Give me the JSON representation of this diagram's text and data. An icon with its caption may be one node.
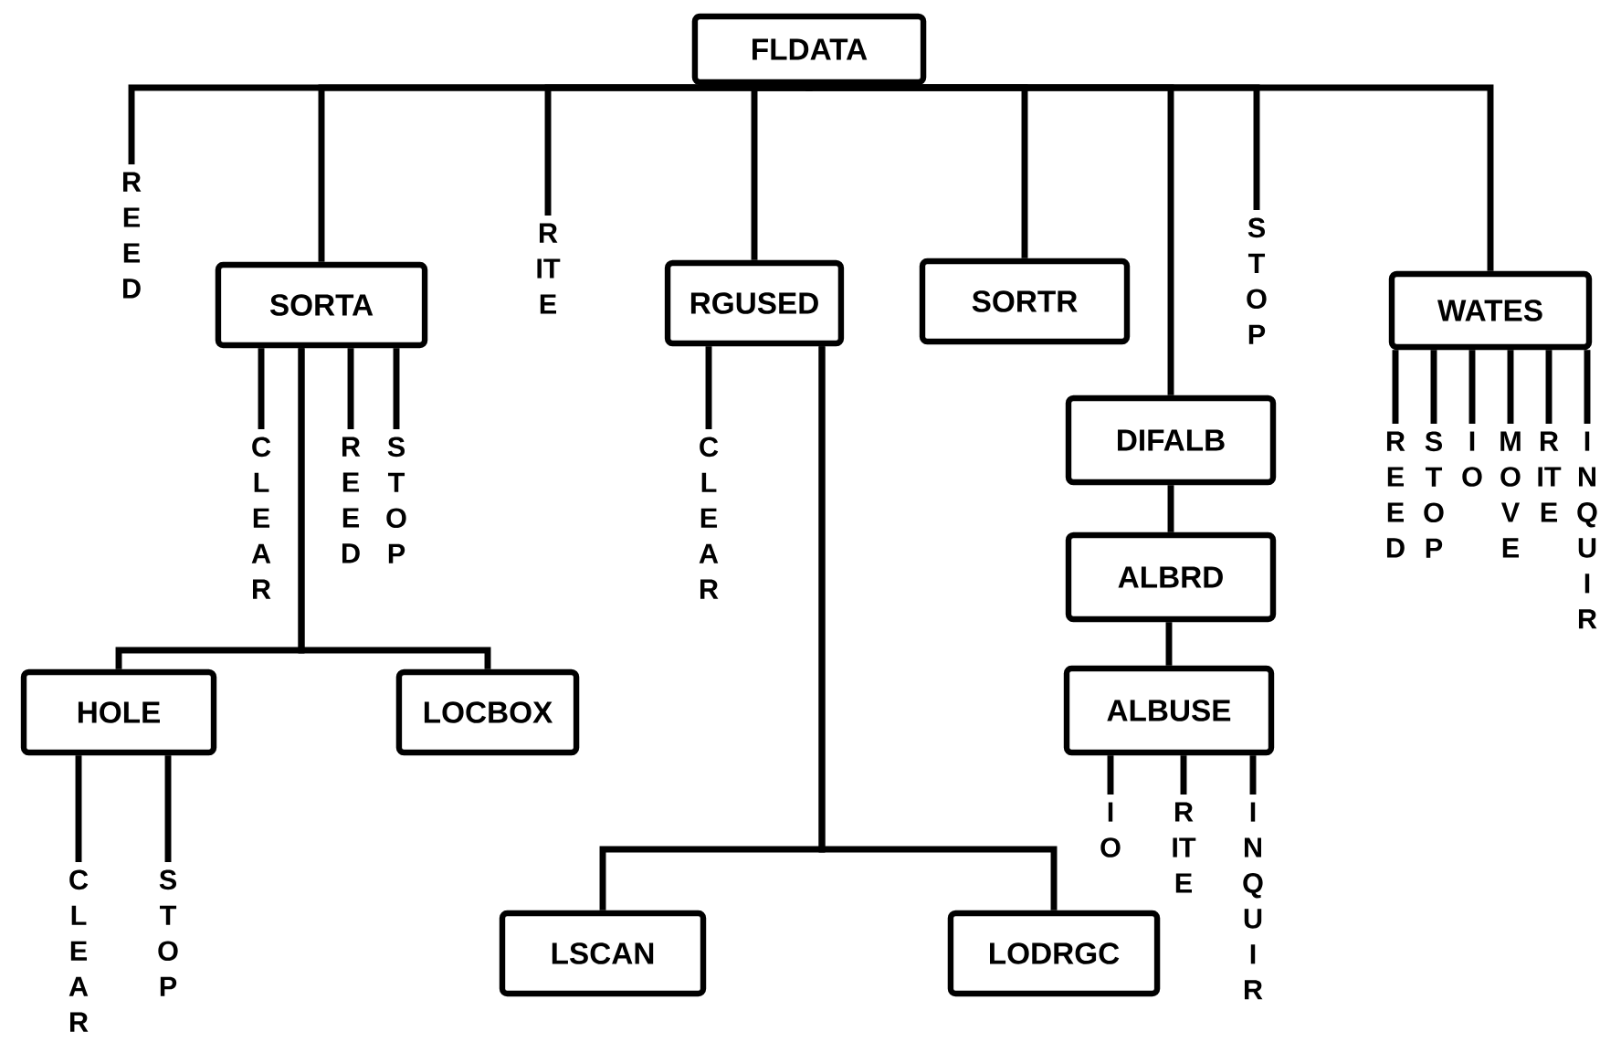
{
  "diagram": {
    "nodes": [
      {
        "text": [
          "FLDATA"
        ]
      },
      {
        "text": [
          "REED"
        ]
      },
      {
        "text": [
          "SORTA"
        ]
      },
      {
        "text": [
          "RITE"
        ]
      },
      {
        "text": [
          "RGUSED"
        ]
      },
      {
        "text": [
          "SORTR"
        ]
      },
      {
        "text": [
          "STOP"
        ]
      },
      {
        "text": [
          "WATES"
        ]
      },
      {
        "text": [
          "DIFALB"
        ]
      },
      {
        "text": [
          "CLEAR"
        ]
      },
      {
        "text": [
          "REED"
        ]
      },
      {
        "text": [
          "STOP"
        ]
      },
      {
        "text": [
          "CLEAR"
        ]
      },
      {
        "text": [
          "REED"
        ]
      },
      {
        "text": [
          "STOP"
        ]
      },
      {
        "text": [
          "IO"
        ]
      },
      {
        "text": [
          "MOVE"
        ]
      },
      {
        "text": [
          "RITE"
        ]
      },
      {
        "text": [
          "INQUIR"
        ]
      },
      {
        "text": [
          "ALBRD"
        ]
      },
      {
        "text": [
          "HOLE"
        ]
      },
      {
        "text": [
          "LOCBOX"
        ]
      },
      {
        "text": [
          "ALBUSE"
        ]
      },
      {
        "text": [
          "IO"
        ]
      },
      {
        "text": [
          "RITE"
        ]
      },
      {
        "text": [
          "INQUIR"
        ]
      },
      {
        "text": [
          "CLEAR"
        ]
      },
      {
        "text": [
          "STOP"
        ]
      },
      {
        "text": [
          "LSCAN"
        ]
      },
      {
        "text": [
          "LODRGC"
        ]
      }
    ],
    "edges": [
      {
        "from": 0,
        "to": 1,
        "arrow": "none"
      },
      {
        "from": 0,
        "to": 2,
        "arrow": "none"
      },
      {
        "from": 0,
        "to": 3,
        "arrow": "none"
      },
      {
        "from": 0,
        "to": 4,
        "arrow": "none"
      },
      {
        "from": 0,
        "to": 5,
        "arrow": "none"
      },
      {
        "from": 0,
        "to": 8,
        "arrow": "none"
      },
      {
        "from": 0,
        "to": 6,
        "arrow": "none"
      },
      {
        "from": 0,
        "to": 7,
        "arrow": "none"
      },
      {
        "from": 2,
        "to": 9,
        "arrow": "none"
      },
      {
        "from": 2,
        "to": 10,
        "arrow": "none"
      },
      {
        "from": 2,
        "to": 11,
        "arrow": "none"
      },
      {
        "from": 2,
        "to": 20,
        "arrow": "none"
      },
      {
        "from": 2,
        "to": 21,
        "arrow": "none"
      },
      {
        "from": 4,
        "to": 12,
        "arrow": "none"
      },
      {
        "from": 4,
        "to": 28,
        "arrow": "none"
      },
      {
        "from": 4,
        "to": 29,
        "arrow": "none"
      },
      {
        "from": 7,
        "to": 13,
        "arrow": "none"
      },
      {
        "from": 7,
        "to": 14,
        "arrow": "none"
      },
      {
        "from": 7,
        "to": 15,
        "arrow": "none"
      },
      {
        "from": 7,
        "to": 16,
        "arrow": "none"
      },
      {
        "from": 7,
        "to": 17,
        "arrow": "none"
      },
      {
        "from": 7,
        "to": 18,
        "arrow": "none"
      },
      {
        "from": 8,
        "to": 19,
        "arrow": "none"
      },
      {
        "from": 19,
        "to": 22,
        "arrow": "none"
      },
      {
        "from": 22,
        "to": 23,
        "arrow": "none"
      },
      {
        "from": 22,
        "to": 24,
        "arrow": "none"
      },
      {
        "from": 22,
        "to": 25,
        "arrow": "none"
      },
      {
        "from": 20,
        "to": 26,
        "arrow": "none"
      },
      {
        "from": 20,
        "to": 27,
        "arrow": "none"
      }
    ]
  }
}
